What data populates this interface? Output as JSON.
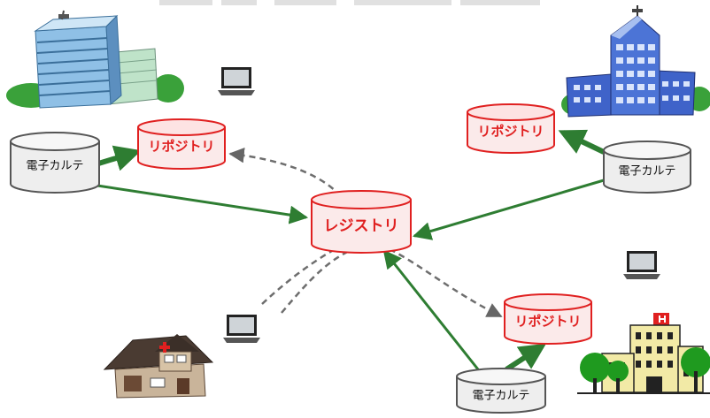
{
  "nodes": {
    "registry": {
      "label": "レジストリ"
    },
    "repo_top_left": {
      "label": "リポジトリ"
    },
    "repo_top_right": {
      "label": "リポジトリ"
    },
    "repo_bottom_right": {
      "label": "リポジトリ"
    },
    "emr_left": {
      "label": "電子カルテ"
    },
    "emr_right": {
      "label": "電子カルテ"
    },
    "emr_bottom": {
      "label": "電子カルテ"
    }
  },
  "colors": {
    "green_arrow": "#2e7d32",
    "red_stroke": "#e02020",
    "cylinder_red_fill": "#fbeaea",
    "cylinder_gray_fill": "#eeeeee",
    "dashed_gray": "#777777"
  },
  "icons": [
    "office-building-icon",
    "skyscraper-icon",
    "house-clinic-icon",
    "hospital-icon",
    "laptop-icon"
  ]
}
